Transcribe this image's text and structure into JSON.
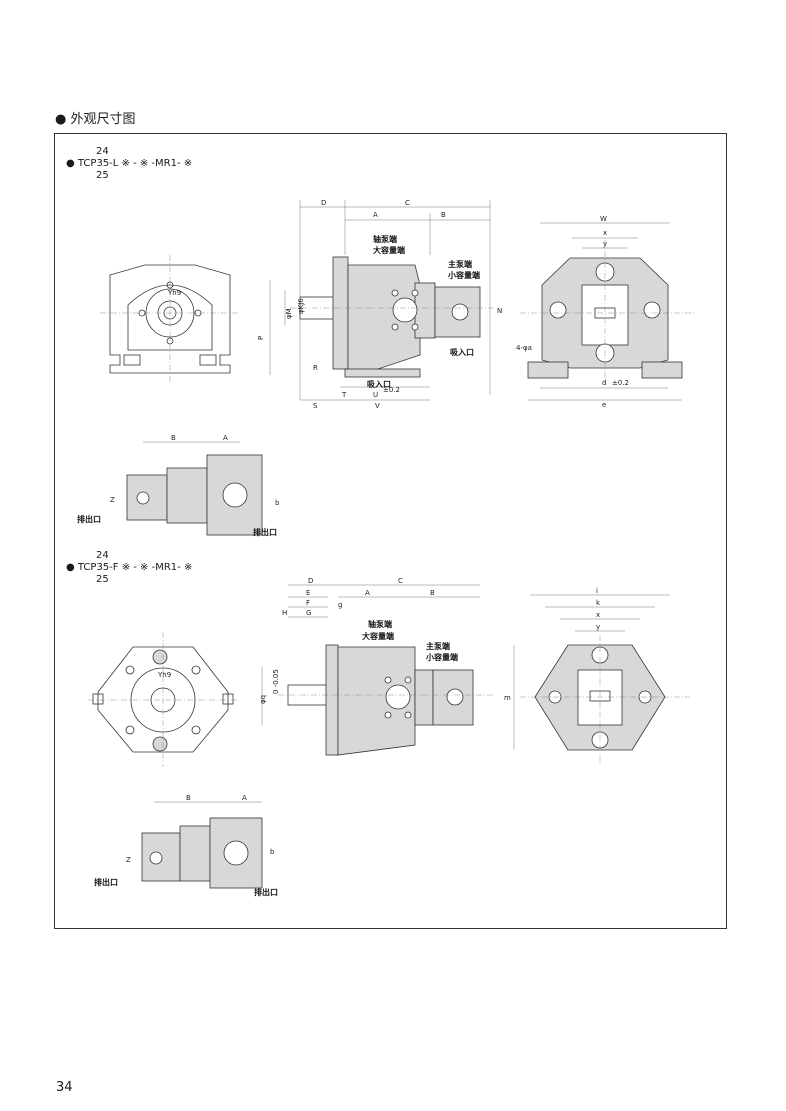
{
  "section": {
    "bullet": "●",
    "title": "外观尺寸图"
  },
  "models": [
    {
      "num_top": "24",
      "name": "TCP35-L ※ - ※ -MR1- ※",
      "num_bottom": "25"
    },
    {
      "num_top": "24",
      "name": "TCP35-F ※ - ※ -MR1- ※",
      "num_bottom": "25"
    }
  ],
  "labels": {
    "shaft_end": "轴泵端",
    "large_cap": "大容量端",
    "main_end": "主泵端",
    "small_cap": "小容量端",
    "suction": "吸入口",
    "discharge": "排出口",
    "four_phi_a": "4-φa",
    "tol_02": "±0.2",
    "keyway": "Yh9",
    "dims": {
      "D": "D",
      "A": "A",
      "C": "C",
      "B": "B",
      "W": "W",
      "X": "x",
      "Y": "y",
      "R": "R",
      "T": "T",
      "U": "U",
      "S": "S",
      "V": "V",
      "P": "P",
      "N": "N",
      "Z": "Z",
      "b": "b",
      "d": "d",
      "e": "e",
      "E": "E",
      "F": "F",
      "G": "G",
      "H": "H",
      "g": "g",
      "i": "i",
      "k": "k",
      "m": "m",
      "phiK": "φKJ6",
      "phiM": "φM",
      "phiq": "φq",
      "P_tol": "0 -0.05"
    }
  },
  "page_number": "34"
}
